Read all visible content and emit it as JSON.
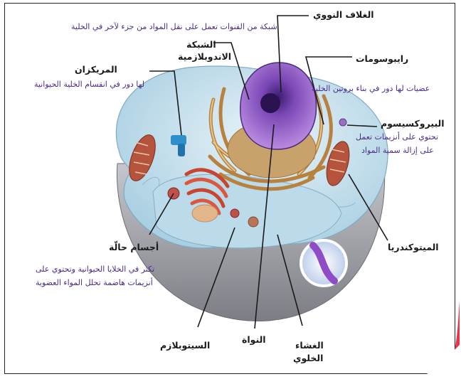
{
  "labels": {
    "nuclear_envelope": "الغلاف النووي",
    "er_title_1": "الشبكة",
    "er_title_2": "الاندوبلازمية",
    "er_desc": "شبكة من القنوات تعمل على نقل المواد من جزء لآخر في الخلية",
    "centriole_title": "المريكزان",
    "centriole_desc": "لها دور في انقسام الخلية الحيوانية",
    "ribosomes_title": "رايبوسومات",
    "ribosomes_desc": "عضيات لها دور في بناء بروتين الخلية",
    "peroxisome_title": "البيروكسيسوم",
    "peroxisome_desc_1": "تحتوي على أنزيمات تعمل",
    "peroxisome_desc_2": "على إزالة سمية المواد",
    "mitochondria_title": "الميتوكندريا",
    "lysosome_title": "أجسام حالّة",
    "lysosome_desc_1": "تكثر في الخلايا الحيوانية وتحتوي على",
    "lysosome_desc_2": "أنزيمات هاضمة تحلل المواء العضوية",
    "cytoplasm_title": "السيتوبلازم",
    "nucleus_title": "النواة",
    "membrane_title_1": "الغشاء",
    "membrane_title_2": "الخلوي"
  },
  "colors": {
    "cytoplasm": "#cfe6f2",
    "cell_body": "#a7a8ad",
    "nucleus": "#8a4bb8",
    "er": "#c99656",
    "mitochondria": "#b5533c",
    "golgi": "#c8452f",
    "accent_red": "#e8344a"
  }
}
